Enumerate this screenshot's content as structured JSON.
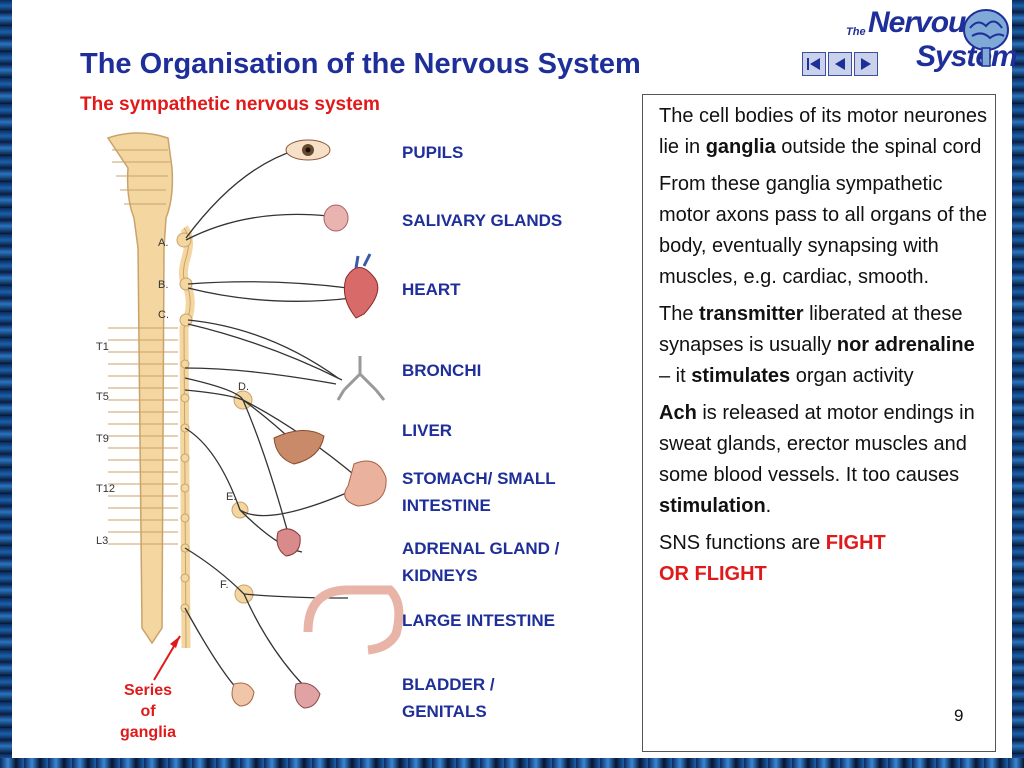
{
  "title": "The Organisation of the Nervous System",
  "subtitle": "The sympathetic nervous system",
  "logo": {
    "the": "The",
    "line1": "Nervous",
    "line2": "System"
  },
  "figure": {
    "ganglion_letters": [
      "A.",
      "B.",
      "C.",
      "D.",
      "E.",
      "F."
    ],
    "segment_labels": [
      "T1",
      "T5",
      "T9",
      "T12",
      "L3"
    ]
  },
  "organs": [
    "PUPILS",
    "SALIVARY GLANDS",
    "HEART",
    "BRONCHI",
    "LIVER",
    "STOMACH/ SMALL",
    "INTESTINE",
    "ADRENAL GLAND /",
    "KIDNEYS",
    "LARGE INTESTINE",
    "BLADDER /",
    "GENITALS"
  ],
  "series_label": [
    "Series",
    "of",
    "ganglia"
  ],
  "textbox": {
    "p1": {
      "a": "The cell bodies of its motor neurones lie in ",
      "b": "ganglia",
      "c": " outside the spinal cord"
    },
    "p2": "From these ganglia sympathetic motor axons pass to all organs of the body, eventually synapsing with muscles, e.g. cardiac, smooth.",
    "p3": {
      "a": "The ",
      "b": "transmitter",
      "c": " liberated at these synapses is usually ",
      "d": "nor adrenaline",
      "e": " – it ",
      "f": "stimulates",
      "g": " organ activity"
    },
    "p4": {
      "a": "Ach",
      "b": " is released at motor endings in sweat glands, erector muscles and some blood vessels.  It too causes ",
      "c": "stimulation",
      "d": "."
    },
    "p5": {
      "a": "SNS functions are ",
      "b": "FIGHT",
      "c": "OR FLIGHT"
    }
  },
  "page_number": "9",
  "colors": {
    "title": "#1f2f9a",
    "accent": "#e01a1a",
    "cord": "#f3d6a0",
    "nerve": "#333333"
  }
}
